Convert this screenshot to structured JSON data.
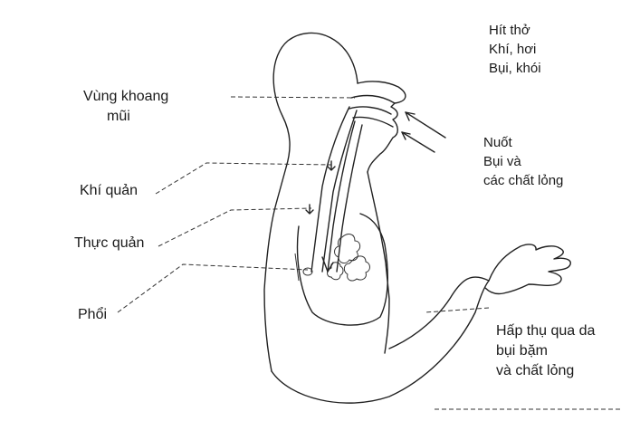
{
  "labels": {
    "nasal": {
      "line1": "Vùng khoang",
      "line2": "mũi"
    },
    "trachea": "Khí quản",
    "esophagus": "Thực quản",
    "lungs": "Phổi",
    "inhale": {
      "line1": "Hít thở",
      "line2": "Khí, hơi",
      "line3": "Bụi, khói"
    },
    "swallow": {
      "line1": "Nuốt",
      "line2": "Bụi và",
      "line3": "các chất lỏng"
    },
    "skin": {
      "line1": "Hấp thụ qua da",
      "line2": "bụi bặm",
      "line3": "và chất lỏng"
    }
  }
}
